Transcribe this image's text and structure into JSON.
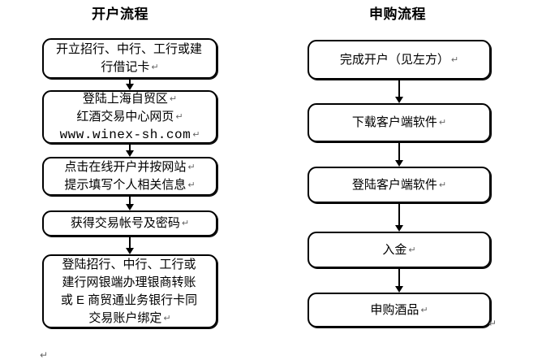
{
  "colors": {
    "border": "#000000",
    "text": "#000000",
    "paragraph_mark": "#666666",
    "background": "#ffffff"
  },
  "flows": [
    {
      "title": "开户流程",
      "steps": [
        {
          "lines": [
            {
              "text": "开立招行、中行、工行或建",
              "mark": ""
            },
            {
              "text": "行借记卡",
              "mark": "↵"
            }
          ]
        },
        {
          "lines": [
            {
              "text": "登陆上海自贸区",
              "mark": "↵"
            },
            {
              "text": "红酒交易中心网页",
              "mark": "↵"
            },
            {
              "text": "www.winex-sh.com",
              "mark": "↵"
            }
          ]
        },
        {
          "lines": [
            {
              "text": "点击在线开户并按网站",
              "mark": "↵"
            },
            {
              "text": "提示填写个人相关信息",
              "mark": "↵"
            }
          ]
        },
        {
          "lines": [
            {
              "text": "获得交易帐号及密码",
              "mark": "↵"
            }
          ]
        },
        {
          "lines": [
            {
              "text": "登陆招行、中行、工行或",
              "mark": ""
            },
            {
              "text": "建行网银端办理银商转账",
              "mark": ""
            },
            {
              "text": "或 E 商贸通业务银行卡同",
              "mark": ""
            },
            {
              "text": "交易账户绑定",
              "mark": "↵"
            }
          ]
        }
      ]
    },
    {
      "title": "申购流程",
      "steps": [
        {
          "lines": [
            {
              "text": "完成开户（见左方）",
              "mark": "↵"
            }
          ]
        },
        {
          "lines": [
            {
              "text": "下载客户端软件",
              "mark": "↵"
            }
          ]
        },
        {
          "lines": [
            {
              "text": "登陆客户端软件",
              "mark": "↵"
            }
          ]
        },
        {
          "lines": [
            {
              "text": "入金",
              "mark": "↵"
            }
          ]
        },
        {
          "lines": [
            {
              "text": "申购酒品",
              "mark": "↵"
            }
          ]
        }
      ]
    }
  ],
  "stray_marks": [
    "↵",
    "↵"
  ]
}
